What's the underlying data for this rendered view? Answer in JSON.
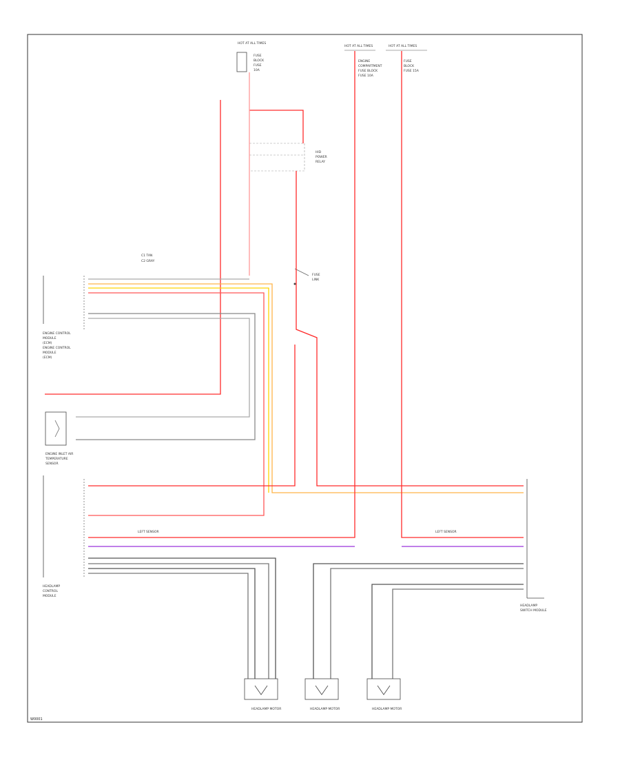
{
  "wire_colors": {
    "red": "#ff2a2a",
    "light_red": "#ff6666",
    "orange": "#ffb347",
    "yellow": "#ffd400",
    "violet": "#9b30d9",
    "gray": "#666666",
    "black": "#222222"
  },
  "top_labels": {
    "fuse_block_title": "HOT AT ALL TIMES",
    "fuse_lines": [
      "FUSE",
      "BLOCK",
      "FUSE",
      "10A"
    ],
    "hot_left_title": "HOT AT ALL TIMES",
    "hot_left_lines": [
      "ENGINE",
      "COMPARTMENT",
      "FUSE BLOCK",
      "FUSE 10A"
    ],
    "hot_right_title": "HOT AT ALL TIMES",
    "hot_right_lines": [
      "FUSE",
      "BLOCK",
      "FUSE 15A"
    ],
    "relay_lines": [
      "HID",
      "POWER",
      "RELAY"
    ],
    "fuse_link_lines": [
      "FUSE",
      "LINK"
    ]
  },
  "legend": [
    "C1 TAN",
    "C2 GRAY"
  ],
  "left_module_lines": [
    "ENGINE CONTROL",
    "MODULE",
    "(ECM)",
    "ENGINE CONTROL",
    "MODULE",
    "(ECM)"
  ],
  "sensor_lines": [
    "ENGINE INLET AIR",
    "TEMPERATURE",
    "SENSOR"
  ],
  "bottom_left_lines": [
    "HEADLAMP",
    "CONTROL",
    "MODULE"
  ],
  "bottom_right_lines": [
    "HEADLAMP",
    "SWITCH MODULE"
  ],
  "leveling_labels": [
    "LEFT SENSOR",
    "LEFT SENSOR"
  ],
  "motors": [
    {
      "name": "HEADLAMP MOTOR"
    },
    {
      "name": "HEADLAMP MOTOR"
    },
    {
      "name": "HEADLAMP MOTOR"
    }
  ],
  "footer_code": "W0001"
}
